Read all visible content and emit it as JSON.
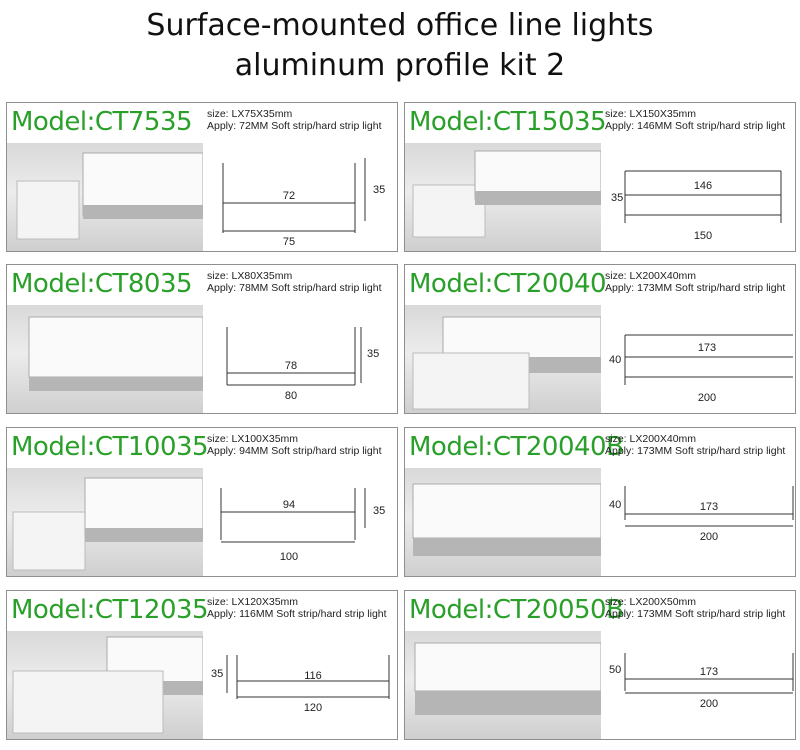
{
  "page": {
    "title_line1": "Surface-mounted office line lights",
    "title_line2": "aluminum profile kit 2"
  },
  "cards": [
    {
      "model": "Model:CT7535",
      "size": "size: LX75X35mm",
      "apply": "Apply: 72MM Soft strip/hard strip light",
      "inner": "72",
      "width": "75",
      "height": "35"
    },
    {
      "model": "Model:CT15035",
      "size": "size: LX150X35mm",
      "apply": "Apply: 146MM Soft strip/hard strip light",
      "inner": "146",
      "width": "150",
      "height": "35"
    },
    {
      "model": "Model:CT8035",
      "size": "size: LX80X35mm",
      "apply": "Apply: 78MM Soft strip/hard strip light",
      "inner": "78",
      "width": "80",
      "height": "35"
    },
    {
      "model": "Model:CT20040",
      "size": "size: LX200X40mm",
      "apply": "Apply: 173MM Soft strip/hard strip light",
      "inner": "173",
      "width": "200",
      "height": "40"
    },
    {
      "model": "Model:CT10035",
      "size": "size: LX100X35mm",
      "apply": "Apply: 94MM Soft strip/hard strip light",
      "inner": "94",
      "width": "100",
      "height": "35"
    },
    {
      "model": "Model:CT20040B",
      "size": "size: LX200X40mm",
      "apply": "Apply: 173MM Soft strip/hard strip light",
      "inner": "173",
      "width": "200",
      "height": "40"
    },
    {
      "model": "Model:CT12035",
      "size": "size: LX120X35mm",
      "apply": "Apply: 116MM Soft strip/hard strip light",
      "inner": "116",
      "width": "120",
      "height": "35"
    },
    {
      "model": "Model:CT20050B",
      "size": "size: LX200X50mm",
      "apply": "Apply: 173MM Soft strip/hard strip light",
      "inner": "173",
      "width": "200",
      "height": "50"
    }
  ]
}
